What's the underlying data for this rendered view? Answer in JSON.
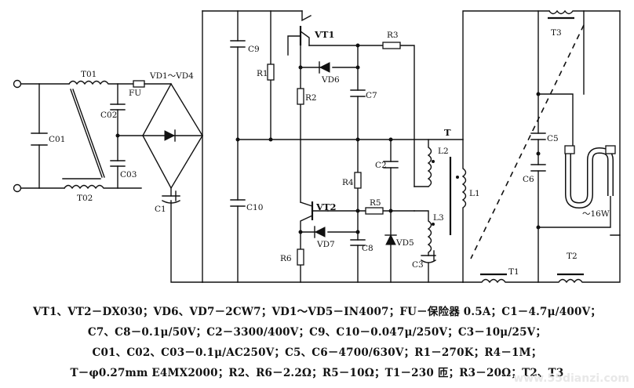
{
  "labels": {
    "T01": "T01",
    "FU": "FU",
    "VD_bridge": "VD1～VD4",
    "C01": "C01",
    "C02": "C02",
    "C03": "C03",
    "T02": "T02",
    "C1": "C1",
    "C9": "C9",
    "C10": "C10",
    "R1": "R1",
    "R2": "R2",
    "VT1": "VT1",
    "VD6": "VD6",
    "C7": "C7",
    "R3": "R3",
    "T": "T",
    "L2": "L2",
    "C2": "C2",
    "R4": "R4",
    "VT2": "VT2",
    "R5": "R5",
    "VD7": "VD7",
    "C8": "C8",
    "VD5": "VD5",
    "L3": "L3",
    "C3": "C3",
    "R6": "R6",
    "L1": "L1",
    "T3": "T3",
    "C5": "C5",
    "C6": "C6",
    "lamp": "～16W",
    "T1": "T1",
    "T2": "T2"
  },
  "legend": {
    "line1": "VT1、VT2－DX030；VD6、VD7－2CW7；VD1～VD5－IN4007；FU－保险器 0.5A；C1－4.7μ/400V；",
    "line2": "C7、C8－0.1μ/50V；C2－3300/400V；C9、C10－0.047μ/250V；C3－10μ/25V；",
    "line3": "C01、C02、C03－0.1μ/AC250V；C5、C6－4700/630V；R1－270K；R4－1M；",
    "line4": "T－φ0.27mm E4MX2000；R2、R6－2.2Ω；R5－10Ω；T1－230 匝；R3－20Ω；T2、T3"
  },
  "watermark": "www.55dianzi.com"
}
